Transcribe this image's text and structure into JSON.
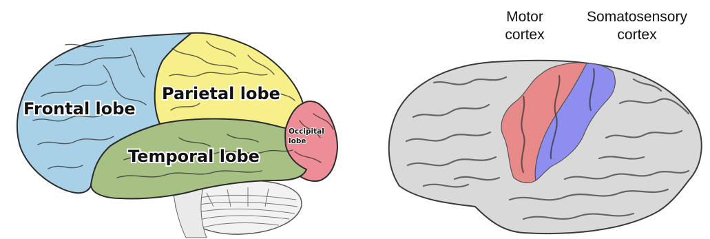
{
  "left_diagram": {
    "lobes": [
      {
        "name": "frontal",
        "label": "Frontal lobe",
        "color": "#a8d0e6"
      },
      {
        "name": "parietal",
        "label": "Parietal lobe",
        "color": "#f6ef8a"
      },
      {
        "name": "occipital",
        "label_line1": "Occipital",
        "label_line2": "lobe",
        "color": "#ec8d98"
      },
      {
        "name": "temporal",
        "label": "Temporal lobe",
        "color": "#a7c184"
      }
    ],
    "cerebellum_color": "#f2f2f2"
  },
  "right_diagram": {
    "motor_label_line1": "Motor",
    "motor_label_line2": "cortex",
    "somato_label_line1": "Somatosensory",
    "somato_label_line2": "cortex",
    "motor_color": "#e88a8a",
    "somato_color": "#8d8ef0",
    "brain_color": "#d9d9d9"
  }
}
